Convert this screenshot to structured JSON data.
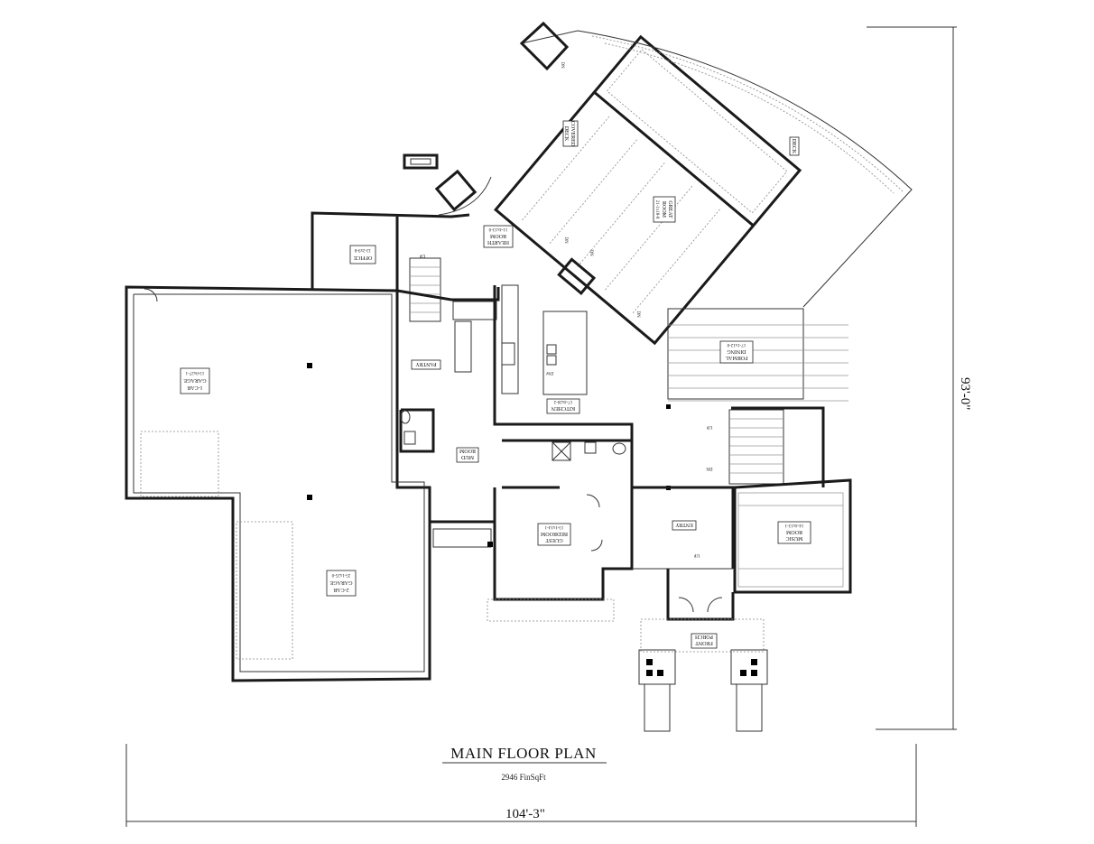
{
  "plan": {
    "title": "MAIN FLOOR PLAN",
    "subtitle": "2946 FinSqFt",
    "width_dim": "104'-3\"",
    "depth_dim": "93'-0\""
  },
  "rooms": {
    "covered_deck": {
      "name": "COVERED",
      "name2": "DECK"
    },
    "deck": {
      "name": "DECK"
    },
    "great_room": {
      "name": "GREAT",
      "name2": "ROOM",
      "size": "21-1x18-8"
    },
    "hearth_room": {
      "name": "HEARTH",
      "name2": "ROOM",
      "size": "11-4x13-0"
    },
    "office": {
      "name": "OFFICE",
      "size": "12-2x9-8"
    },
    "garage_1": {
      "name": "1-CAR",
      "name2": "GARAGE",
      "size": "13-0x27-1"
    },
    "garage_2": {
      "name": "2-CAR",
      "name2": "GARAGE",
      "size": "25-1x25-0"
    },
    "pantry": {
      "name": "PANTRY"
    },
    "kitchen": {
      "name": "KITCHEN",
      "size": "17-4x20-2"
    },
    "mud_room": {
      "name": "MUD",
      "name2": "ROOM"
    },
    "formal_dining": {
      "name": "FORMAL",
      "name2": "DINING",
      "size": "17-1x12-0"
    },
    "guest_bedroom": {
      "name": "GUEST",
      "name2": "BEDROOM",
      "size": "13-1x14-1"
    },
    "entry": {
      "name": "ENTRY"
    },
    "music_room": {
      "name": "MUSIC",
      "name2": "ROOM",
      "size": "14-4x13-1"
    },
    "front_porch": {
      "name": "FRONT",
      "name2": "PORCH"
    }
  },
  "annotations": {
    "up": "UP",
    "dn": "DN",
    "dw": "DW"
  }
}
